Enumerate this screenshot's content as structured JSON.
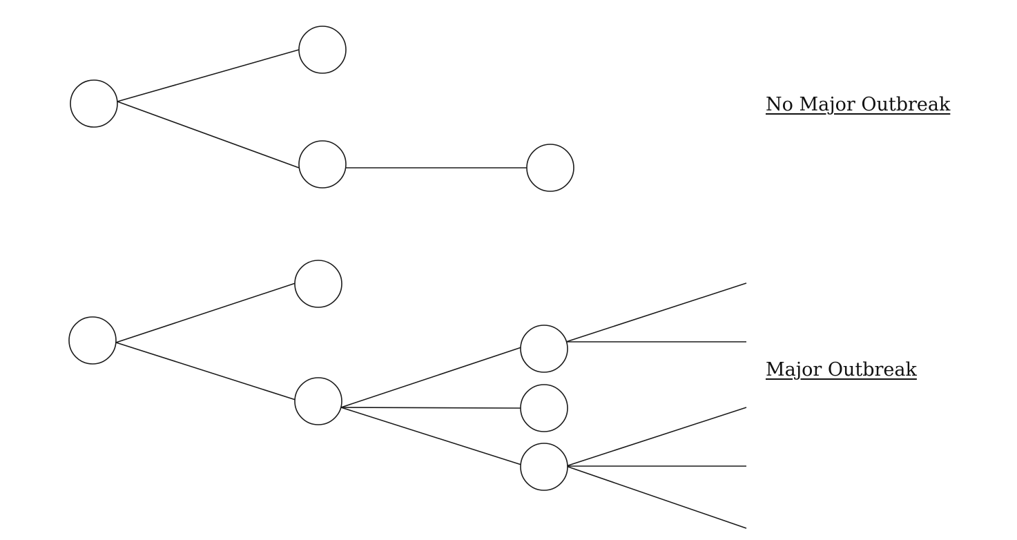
{
  "labels": {
    "no_major_outbreak": "No Major Outbreak",
    "major_outbreak": "Major Outbreak"
  },
  "trees": [
    {
      "outcome": "no_major_outbreak",
      "nodes": [
        "root",
        "child-upper",
        "child-lower",
        "grandchild"
      ],
      "edges": [
        [
          "root",
          "child-upper"
        ],
        [
          "root",
          "child-lower"
        ],
        [
          "child-lower",
          "grandchild"
        ]
      ]
    },
    {
      "outcome": "major_outbreak",
      "nodes": [
        "root",
        "child-upper",
        "child-lower",
        "grandchild-upper",
        "grandchild-middle",
        "grandchild-lower"
      ],
      "edges": [
        [
          "root",
          "child-upper"
        ],
        [
          "root",
          "child-lower"
        ],
        [
          "child-lower",
          "grandchild-upper"
        ],
        [
          "child-lower",
          "grandchild-middle"
        ],
        [
          "child-lower",
          "grandchild-lower"
        ],
        [
          "grandchild-upper",
          "open-branch"
        ],
        [
          "grandchild-upper",
          "open-branch"
        ],
        [
          "grandchild-lower",
          "open-branch"
        ],
        [
          "grandchild-lower",
          "open-branch"
        ],
        [
          "grandchild-lower",
          "open-branch"
        ]
      ]
    }
  ],
  "colors": {
    "stroke": "#1a1a1a",
    "background": "#ffffff"
  }
}
